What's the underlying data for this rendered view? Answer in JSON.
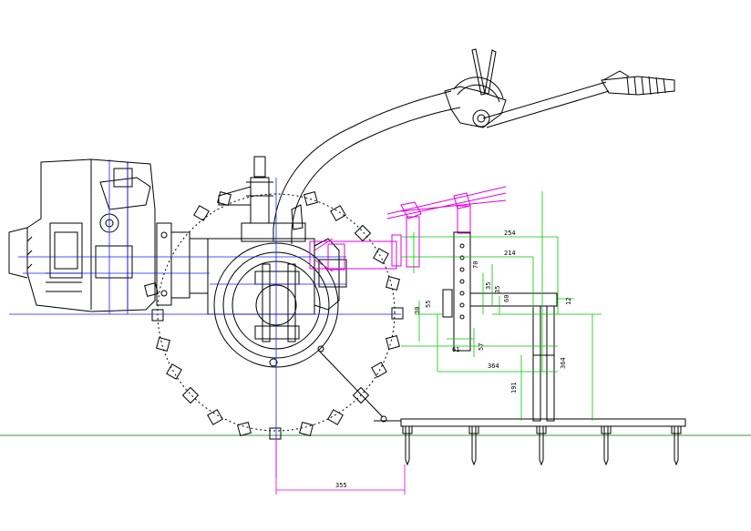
{
  "drawing": {
    "colors": {
      "outline": "#000000",
      "dimension": "#00c800",
      "centerline": "#1a1aff",
      "attachment": "#e000e0",
      "ground": "#2ca02c",
      "background": "#ffffff"
    },
    "dimensions": {
      "d1": "254",
      "d2": "214",
      "d3": "364",
      "d4": "364",
      "d5": "191",
      "d6": "355",
      "d7": "12",
      "d8": "35",
      "d9": "35",
      "d10": "60",
      "d11": "55",
      "d12": "61",
      "d13": "57",
      "d14": "30",
      "d15": "70"
    }
  }
}
